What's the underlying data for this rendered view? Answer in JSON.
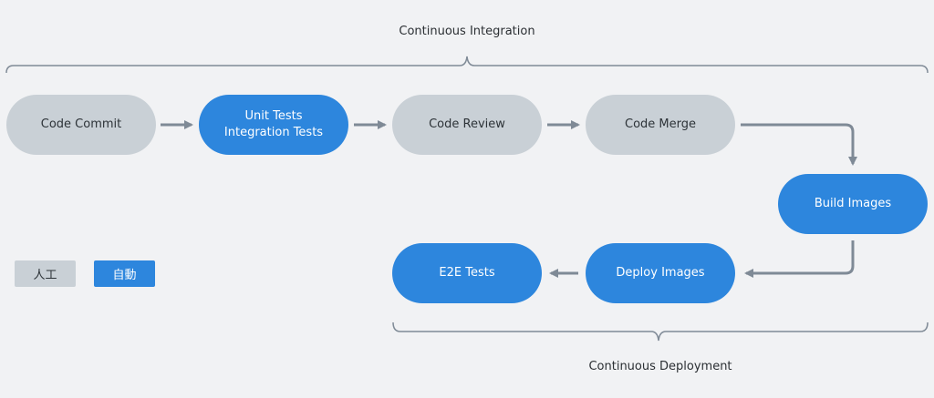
{
  "colors": {
    "background": "#f1f2f4",
    "manual_fill": "#c9d0d6",
    "auto_fill": "#2d86dd",
    "connector": "#7f8a96"
  },
  "groups": {
    "ci_label": "Continuous Integration",
    "cd_label": "Continuous Deployment"
  },
  "nodes": {
    "code_commit": {
      "lines": [
        "Code Commit"
      ],
      "kind": "manual"
    },
    "tests": {
      "lines": [
        "Unit Tests",
        "Integration Tests"
      ],
      "kind": "auto"
    },
    "code_review": {
      "lines": [
        "Code Review"
      ],
      "kind": "manual"
    },
    "code_merge": {
      "lines": [
        "Code Merge"
      ],
      "kind": "manual"
    },
    "build_images": {
      "lines": [
        "Build Images"
      ],
      "kind": "auto"
    },
    "deploy_images": {
      "lines": [
        "Deploy Images"
      ],
      "kind": "auto"
    },
    "e2e_tests": {
      "lines": [
        "E2E Tests"
      ],
      "kind": "auto"
    }
  },
  "legend": {
    "manual_label": "人工",
    "auto_label": "自動"
  }
}
